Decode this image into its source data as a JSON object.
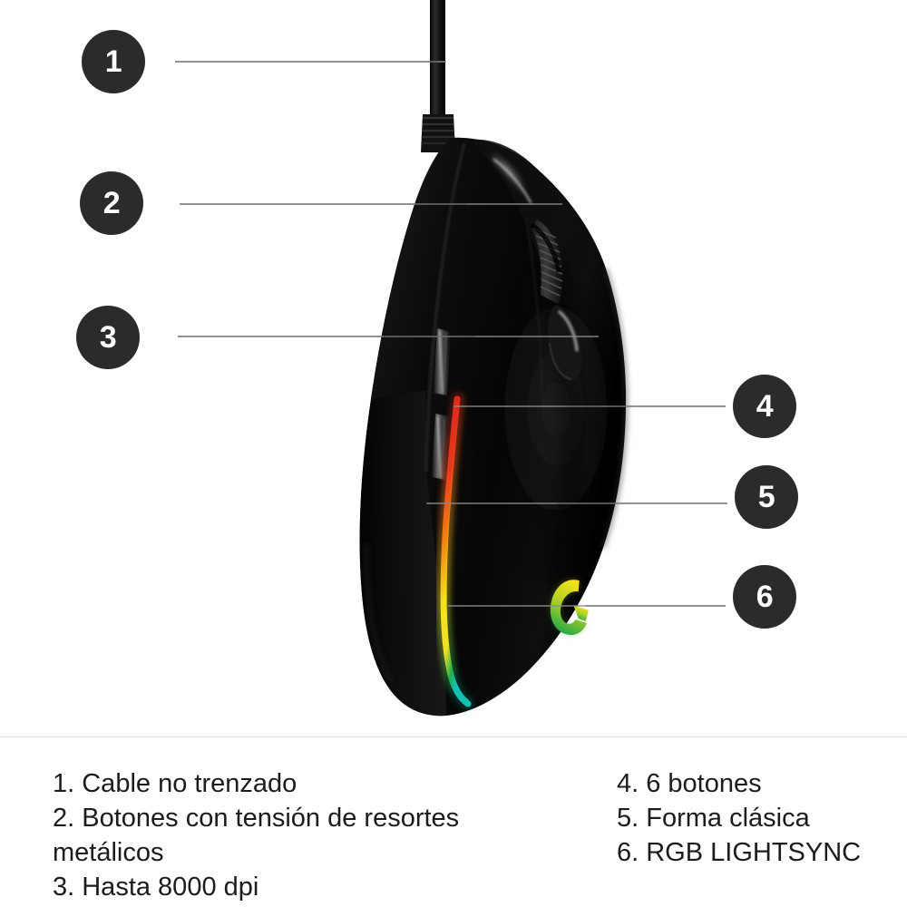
{
  "background_color": "#ffffff",
  "divider_color": "#e3e3e3",
  "product": {
    "name": "gaming-mouse",
    "body_color": "#0a0a0a",
    "highlight_color": "#3c3c3c",
    "cable_color": "#111111",
    "logo": {
      "name": "logitech-g-logo",
      "gradient_from": "#f2dd1a",
      "gradient_to": "#12a04a"
    },
    "rgb_strip": {
      "name": "rgb-lightsync-strip",
      "stops": [
        "#e8251c",
        "#f27a13",
        "#f5e31a",
        "#1fb14e",
        "#19c0b0"
      ]
    }
  },
  "callouts": [
    {
      "id": "1",
      "label": "1",
      "side": "left"
    },
    {
      "id": "2",
      "label": "2",
      "side": "left"
    },
    {
      "id": "3",
      "label": "3",
      "side": "left"
    },
    {
      "id": "4",
      "label": "4",
      "side": "right"
    },
    {
      "id": "5",
      "label": "5",
      "side": "right"
    },
    {
      "id": "6",
      "label": "6",
      "side": "right"
    }
  ],
  "captions": {
    "left_column": [
      "1. Cable no trenzado",
      "2. Botones con tensión de resortes",
      "metálicos",
      "3. Hasta 8000 dpi"
    ],
    "right_column": [
      "4. 6 botones",
      "5. Forma clásica",
      "6. RGB LIGHTSYNC"
    ],
    "text_color": "#1c1c1c"
  }
}
